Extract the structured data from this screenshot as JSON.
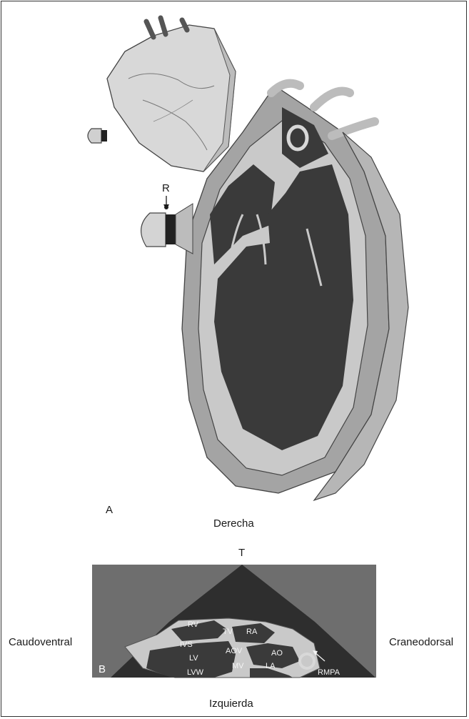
{
  "panel_a": {
    "letter": "A",
    "probe_marker": "R",
    "caption": "Derecha"
  },
  "panel_b": {
    "letter": "B",
    "top_marker": "T",
    "left_label": "Caudoventral",
    "right_label": "Craneodorsal",
    "bottom_label": "Izquierda",
    "structures": {
      "rv": "RV",
      "tv": "TV",
      "ra": "RA",
      "ivs": "IVS",
      "aov": "AOV",
      "ao": "AO",
      "lv": "LV",
      "mv": "MV",
      "la": "LA",
      "rmpa": "RMPA",
      "lvw": "LVW"
    }
  },
  "colors": {
    "frame": "#333333",
    "background_b": "#6e6e6e",
    "sector": "#2e2e2e",
    "cavity": "#3a3a3a",
    "tissue": "#c9c9c9",
    "label_text": "#f4f4f4"
  }
}
